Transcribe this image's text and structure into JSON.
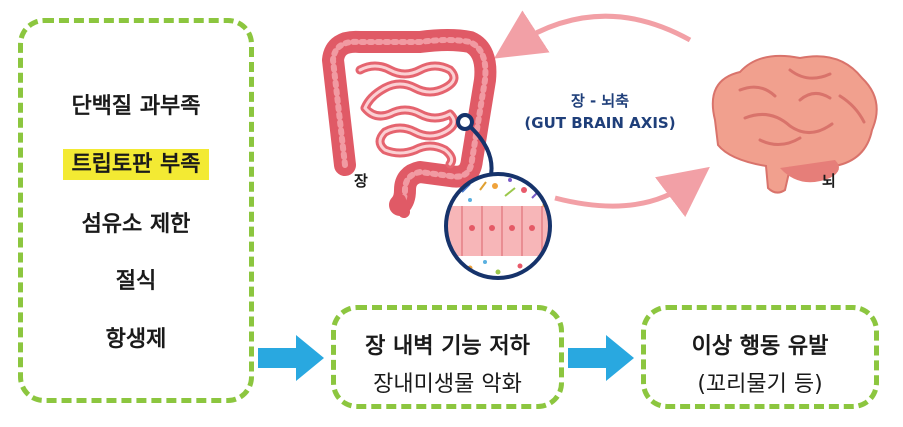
{
  "causes": {
    "items": [
      {
        "label": "단백질 과부족",
        "highlight": false
      },
      {
        "label": "트립토판 부족",
        "highlight": true
      },
      {
        "label": "섬유소 제한",
        "highlight": false
      },
      {
        "label": "절식",
        "highlight": false
      },
      {
        "label": "항생제",
        "highlight": false
      }
    ]
  },
  "gut_brain": {
    "gut_label": "장",
    "brain_label": "뇌",
    "axis_korean": "장 - 뇌축",
    "axis_english": "(GUT BRAIN AXIS)"
  },
  "middle_box": {
    "line1": "장 내벽 기능 저하",
    "line2": "장내미생물 악화"
  },
  "right_box": {
    "line1": "이상 행동 유발",
    "line2": "(꼬리물기 등)"
  },
  "colors": {
    "dashed_border": "#8cc63f",
    "highlight": "#f3ea33",
    "flow_arrow": "#29a8e0",
    "axis_arrow": "#f2a0a6",
    "axis_text": "#1f3f7a",
    "intestine": "#e8646e",
    "brain": "#f1a08e"
  }
}
